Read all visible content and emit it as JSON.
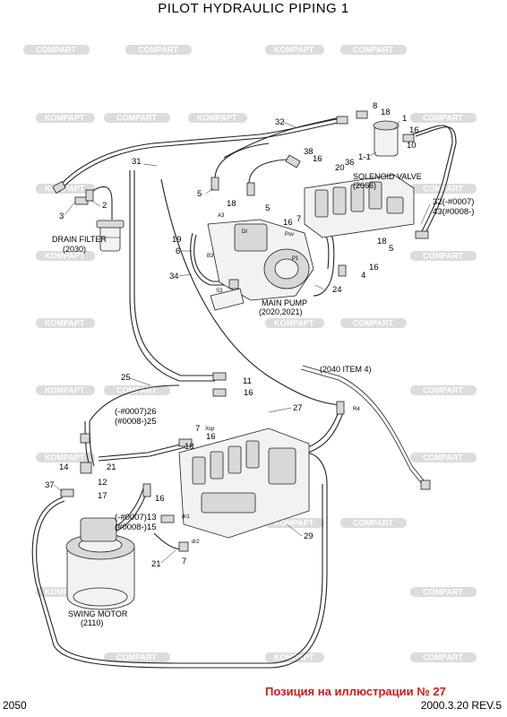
{
  "title": "PILOT HYDRAULIC PIPING  1",
  "page_number": "2050",
  "revision": "2000.3.20 REV.5",
  "reference": "Позиция на иллюстрации № 27",
  "watermark": "KOMPAPT",
  "watermark_alt": "COMPART",
  "components": {
    "drain_filter": {
      "name": "DRAIN FILTER",
      "ref": "(2030)"
    },
    "solenoid_valve": {
      "name": "SOLENOID VALVE",
      "ref": "(2066)"
    },
    "main_pump": {
      "name": "MAIN PUMP",
      "ref": "(2020,2021)"
    },
    "swing_motor": {
      "name": "SWING MOTOR",
      "ref": "(2110)"
    },
    "item_ref": "(2040 ITEM 4)"
  },
  "port_labels": [
    "A3",
    "B3",
    "S3",
    "Dr",
    "Psv",
    "P1",
    "Xcp",
    "dr1",
    "dr2",
    "R4"
  ],
  "callouts": {
    "c1": "1",
    "c1_1": "1-1",
    "c2": "2",
    "c3": "3",
    "c4": "4",
    "c5a": "5",
    "c5b": "5",
    "c5c": "5",
    "c6": "6",
    "c7a": "7",
    "c7b": "7",
    "c7c": "7",
    "c8": "8",
    "c10": "10",
    "c11": "11",
    "c12": "12",
    "c13": "(-#0007)13",
    "c13b": "(#0008-)15",
    "c14": "14",
    "c16a": "16",
    "c16b": "16",
    "c16c": "16",
    "c16d": "16",
    "c16e": "16",
    "c16f": "16",
    "c16g": "16",
    "c17": "17",
    "c18a": "18",
    "c18b": "18",
    "c18c": "18",
    "c18d": "18",
    "c19": "19",
    "c20": "20",
    "c21a": "21",
    "c21b": "21",
    "c24": "24",
    "c25": "25",
    "c26": "(-#0007)26",
    "c26b": "(#0008-)25",
    "c27": "27",
    "c29": "29",
    "c31": "31",
    "c32": "32",
    "c32b": "32(-#0007)",
    "c43": "43(#0008-)",
    "c34": "34",
    "c36": "36",
    "c37": "37",
    "c38": "38"
  }
}
